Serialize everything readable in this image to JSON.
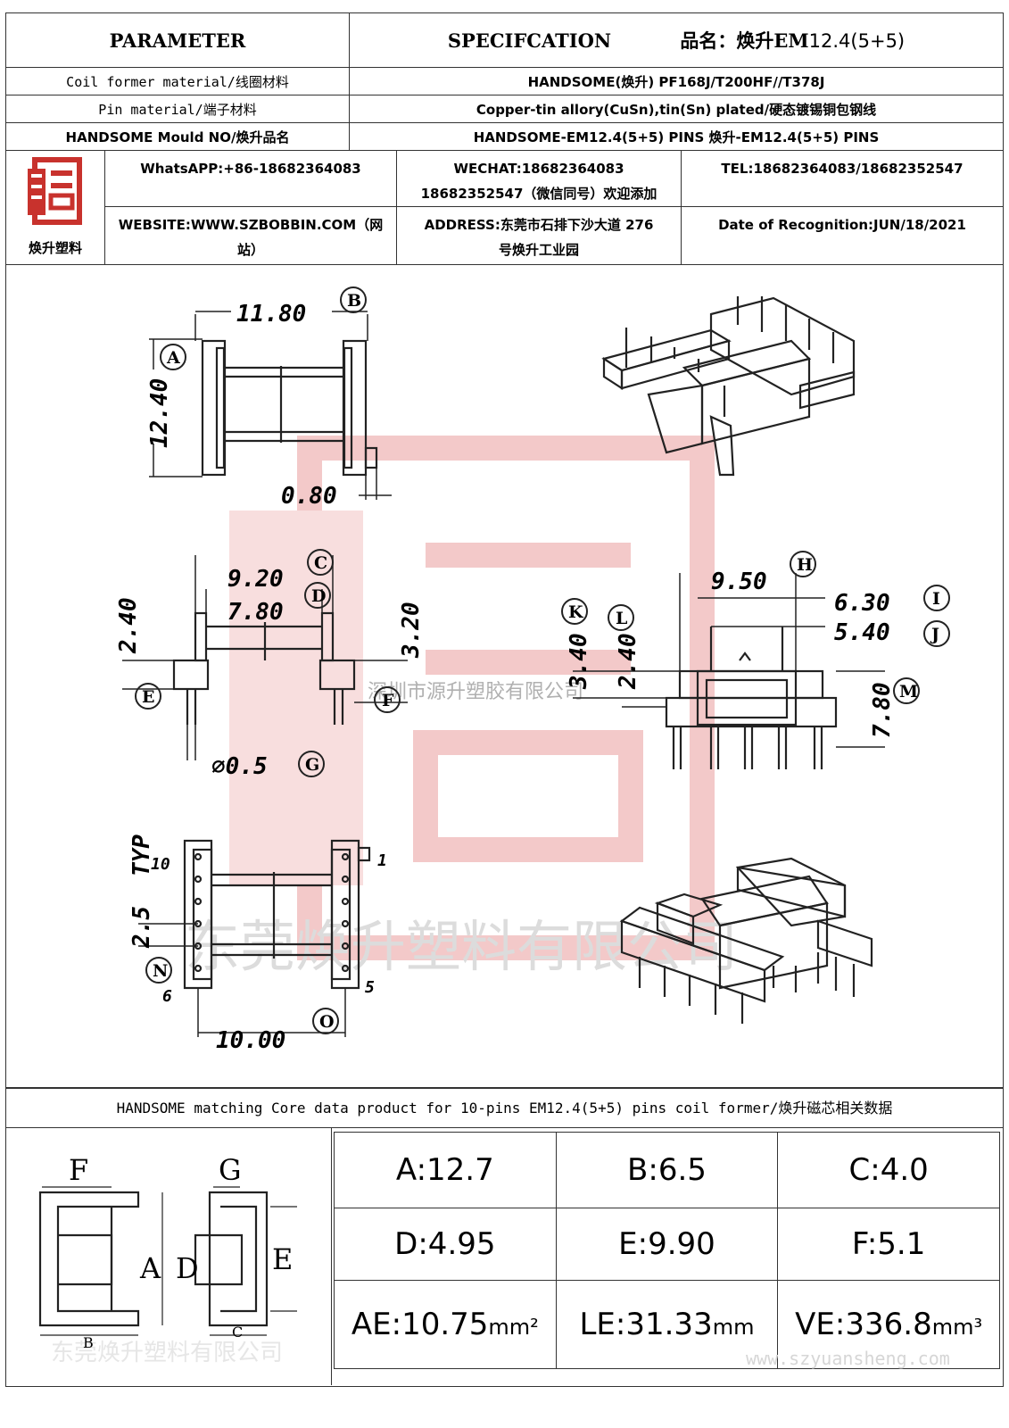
{
  "header": {
    "parameter": "PARAMETER",
    "specification": "SPECIFCATION",
    "product_name_label": "品名：焕升",
    "product_name_em": "EM",
    "product_name_model": "12.4(5+5)"
  },
  "rows": [
    {
      "label": "Coil former material/线圈材料",
      "value": "HANDSOME(焕升)   PF168J/T200HF//T378J"
    },
    {
      "label": "Pin material/端子材料",
      "value": "Copper-tin allory(CuSn),tin(Sn) plated/硬态镀锡铜包钢线"
    },
    {
      "label": "HANDSOME Mould NO/焕升品名",
      "value": "HANDSOME-EM12.4(5+5) PINS    焕升-EM12.4(5+5) PINS"
    }
  ],
  "logo": {
    "caption": "焕升塑料"
  },
  "contact": {
    "whatsapp": "WhatsAPP:+86-18682364083",
    "wechat_line1": "WECHAT:18682364083",
    "wechat_line2": "18682352547（微信同号）欢迎添加",
    "tel": "TEL:18682364083/18682352547",
    "website_line1": "WEBSITE:WWW.SZBOBBIN.COM（网",
    "website_line2": "站）",
    "address_line1": "ADDRESS:东莞市石排下沙大道 276",
    "address_line2": "号焕升工业园",
    "date": "Date of Recognition:JUN/18/2021"
  },
  "dims": {
    "d1180": "11.80",
    "d1240": "12.40",
    "d080": "0.80",
    "d920": "9.20",
    "d780": "7.80",
    "d240a": "2.40",
    "d320": "3.20",
    "d05": "⌀0.5",
    "d950": "9.50",
    "d630": "6.30",
    "d540": "5.40",
    "d340": "3.40",
    "d240b": "2.40",
    "d780b": "7.80",
    "d25": "2.5",
    "typ": "TYP",
    "d1000": "10.00",
    "pin10": "10",
    "pin1": "1",
    "pin6": "6",
    "pin5": "5"
  },
  "labels": {
    "A": "A",
    "B": "B",
    "C": "C",
    "D": "D",
    "E": "E",
    "F": "F",
    "G": "G",
    "H": "H",
    "I": "I",
    "J": "J",
    "K": "K",
    "L": "L",
    "M": "M",
    "N": "N",
    "O": "O"
  },
  "watermarks": {
    "shenzhen": "深圳市源升塑胶有限公司",
    "dongguan": "东莞焕升塑料有限公司",
    "url": "www.szyuansheng.com"
  },
  "core_title": "HANDSOME matching Core data  product for 10-pins EM12.4(5+5) pins coil former/焕升磁芯相关数据",
  "core_diagram_labels": {
    "F": "F",
    "G": "G",
    "A": "A",
    "D": "D",
    "E": "E",
    "B": "B",
    "C": "C"
  },
  "core_values": [
    {
      "text": "A:12.7",
      "unit": ""
    },
    {
      "text": "B:6.5",
      "unit": ""
    },
    {
      "text": "C:4.0",
      "unit": ""
    },
    {
      "text": "D:4.95",
      "unit": ""
    },
    {
      "text": "E:9.90",
      "unit": ""
    },
    {
      "text": "F:5.1",
      "unit": ""
    },
    {
      "text": "AE:10.75",
      "unit": "mm²"
    },
    {
      "text": "LE:31.33",
      "unit": "mm"
    },
    {
      "text": "VE:336.8",
      "unit": "mm³"
    }
  ],
  "colors": {
    "line": "#333333",
    "logo_red": "#c8322d",
    "watermark": "#f3c9c9"
  }
}
